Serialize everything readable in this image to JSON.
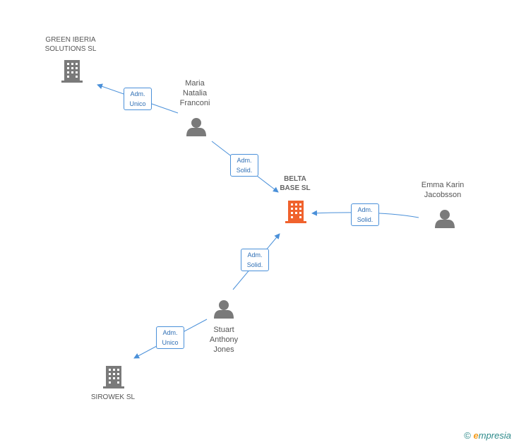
{
  "nodes": {
    "green_iberia": {
      "label": "GREEN IBERIA\nSOLUTIONS  SL",
      "type": "company"
    },
    "belta": {
      "label": "BELTA\nBASE SL",
      "type": "company"
    },
    "sirowek": {
      "label": "SIROWEK SL",
      "type": "company"
    },
    "maria": {
      "label": "Maria\nNatalia\nFranconi",
      "type": "person"
    },
    "emma": {
      "label": "Emma Karin\nJacobsson",
      "type": "person"
    },
    "stuart": {
      "label": "Stuart\nAnthony\nJones",
      "type": "person"
    }
  },
  "edges": [
    {
      "id": "maria_green",
      "label": "Adm.\nUnico"
    },
    {
      "id": "maria_belta",
      "label": "Adm.\nSolid."
    },
    {
      "id": "emma_belta",
      "label": "Adm.\nSolid."
    },
    {
      "id": "stuart_belta",
      "label": "Adm.\nSolid."
    },
    {
      "id": "stuart_sirowek",
      "label": "Adm.\nUnico"
    }
  ],
  "colors": {
    "company": "#7a7a7a",
    "focus": "#f0622d",
    "person": "#7a7a7a",
    "edge": "#4a90d9"
  },
  "watermark": {
    "copyright": "©",
    "e": "e",
    "rest": "mpresia"
  }
}
